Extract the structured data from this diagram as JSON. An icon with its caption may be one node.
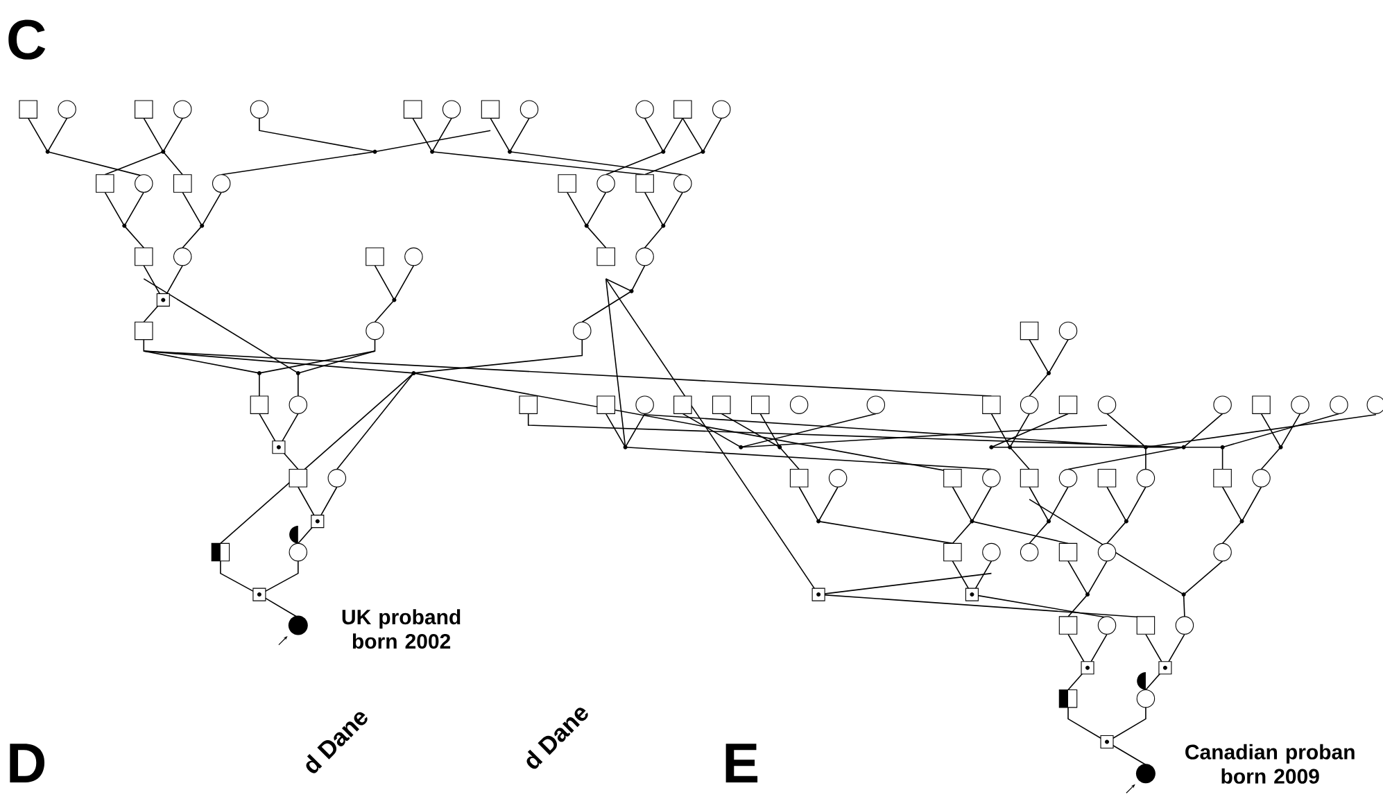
{
  "diagram": {
    "labels": [
      "C",
      "UK proband born 2002",
      "Canadian proban born 2009",
      "D",
      "d Dane",
      "d Dane",
      "E"
    ]
  }
}
